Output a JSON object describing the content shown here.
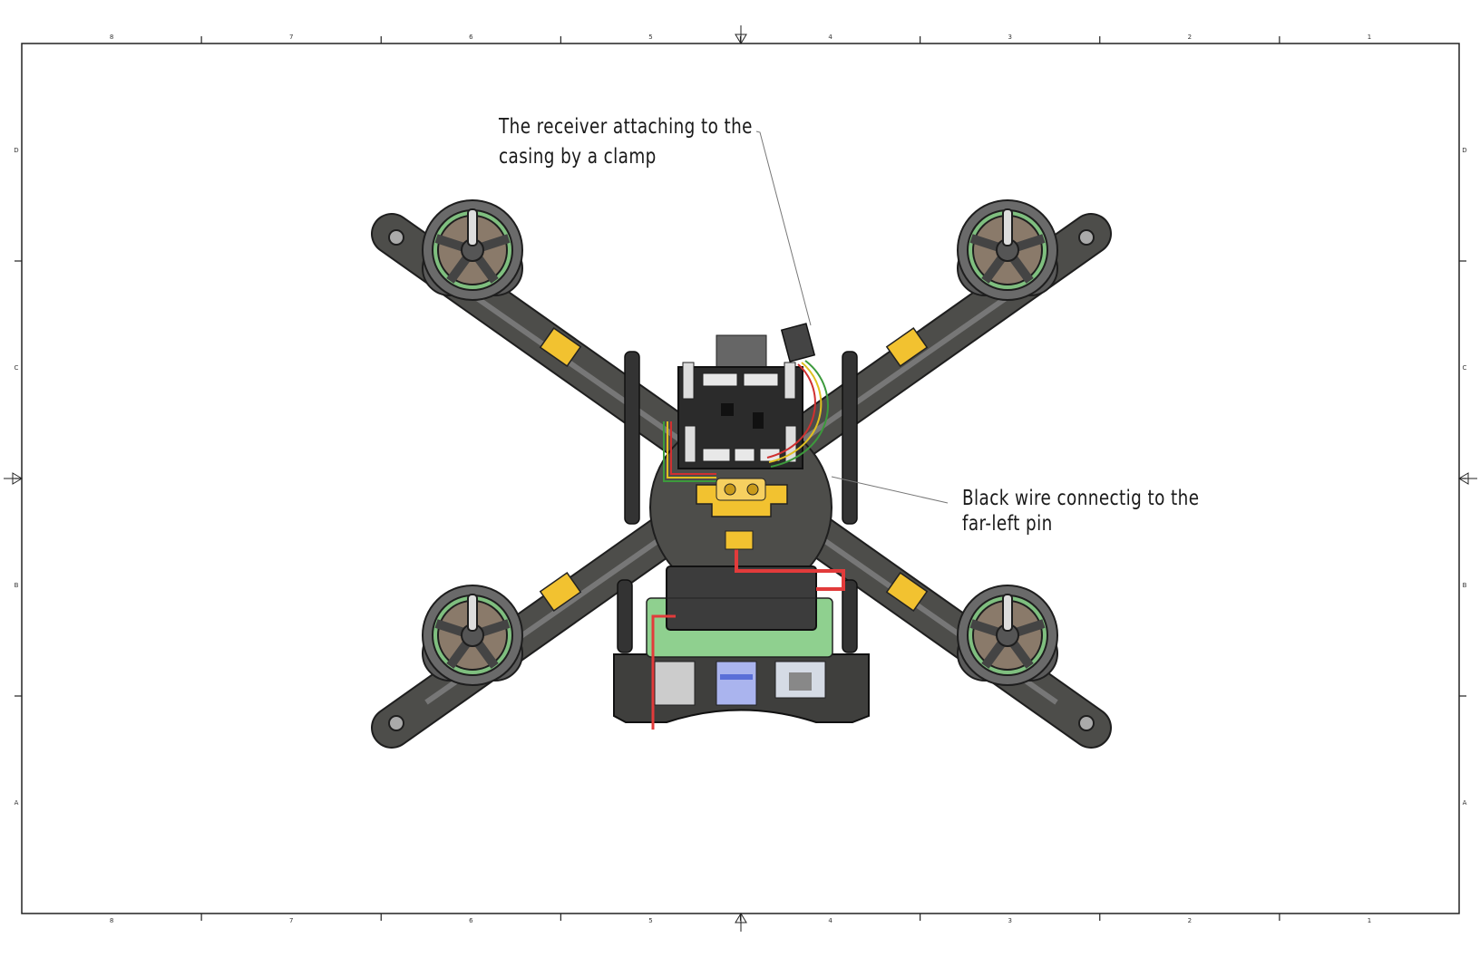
{
  "drawing": {
    "zones_columns": [
      "8",
      "7",
      "6",
      "5",
      "4",
      "3",
      "2",
      "1"
    ],
    "zones_rows": [
      "D",
      "C",
      "B",
      "A"
    ],
    "annotations": [
      {
        "line1": "The receiver attaching to the",
        "line2": "casing by a clamp"
      },
      {
        "line1": "Black wire connectig to the",
        "line2": "far-left pin"
      }
    ]
  },
  "colors": {
    "frame": "#222222",
    "carbon": "#4d4d4a",
    "motor": "#5a5a5a",
    "motor_winding": "#7fbf7f",
    "yellow_connector": "#f2c230",
    "pcb_green": "#8fd08f",
    "fc_board": "#2b2b2b",
    "red_wire": "#e23b3b",
    "usb_blue": "#5a6fd8"
  }
}
